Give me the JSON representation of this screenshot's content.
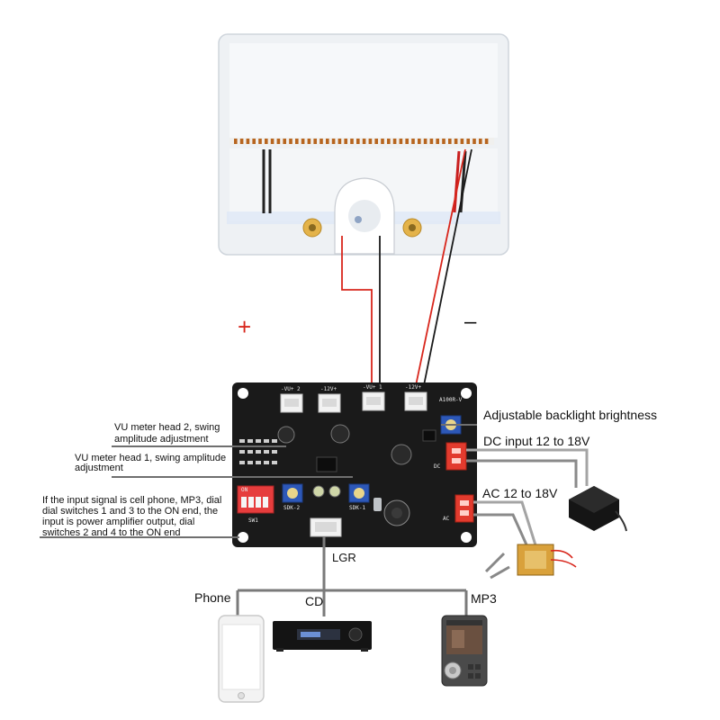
{
  "polarity": {
    "plus": "+",
    "minus": "–"
  },
  "annotations": {
    "backlight": "Adjustable backlight brightness",
    "dc_input": "DC input 12 to 18V",
    "ac_input": "AC 12 to 18V",
    "vu2_line1": "VU meter head 2, swing",
    "vu2_line2": "amplitude adjustment",
    "vu1_line1": "VU meter head 1, swing amplitude",
    "vu1_line2": "adjustment",
    "switch_line1": "If the input signal is cell phone, MP3, dial",
    "switch_line2": "dial switches 1 and 3 to the ON end, the",
    "switch_line3": "input is power amplifier output, dial",
    "switch_line4": "switches 2 and 4 to the ON end",
    "lgr": "LGR"
  },
  "sources": {
    "phone": "Phone",
    "cd": "CD",
    "mp3": "MP3"
  },
  "pcb_silkscreen": {
    "vu2": "-VU+ 2",
    "v12a": "-12V+",
    "vu1": "-VU+ 1",
    "v12b": "-12V+",
    "board_id": "A100R-V",
    "sw": "SW1",
    "on": "ON",
    "sdk2": "SDK-2",
    "sdk1": "SDK-1",
    "dc": "DC",
    "ac": "AC"
  },
  "colors": {
    "pcb": "#1a1a1a",
    "wire_red": "#d8261c",
    "wire_black": "#1a1a1a",
    "connector_red": "#e23b2e",
    "trimmer_blue": "#2d58b8",
    "cable_gray": "#9a9a9a"
  }
}
